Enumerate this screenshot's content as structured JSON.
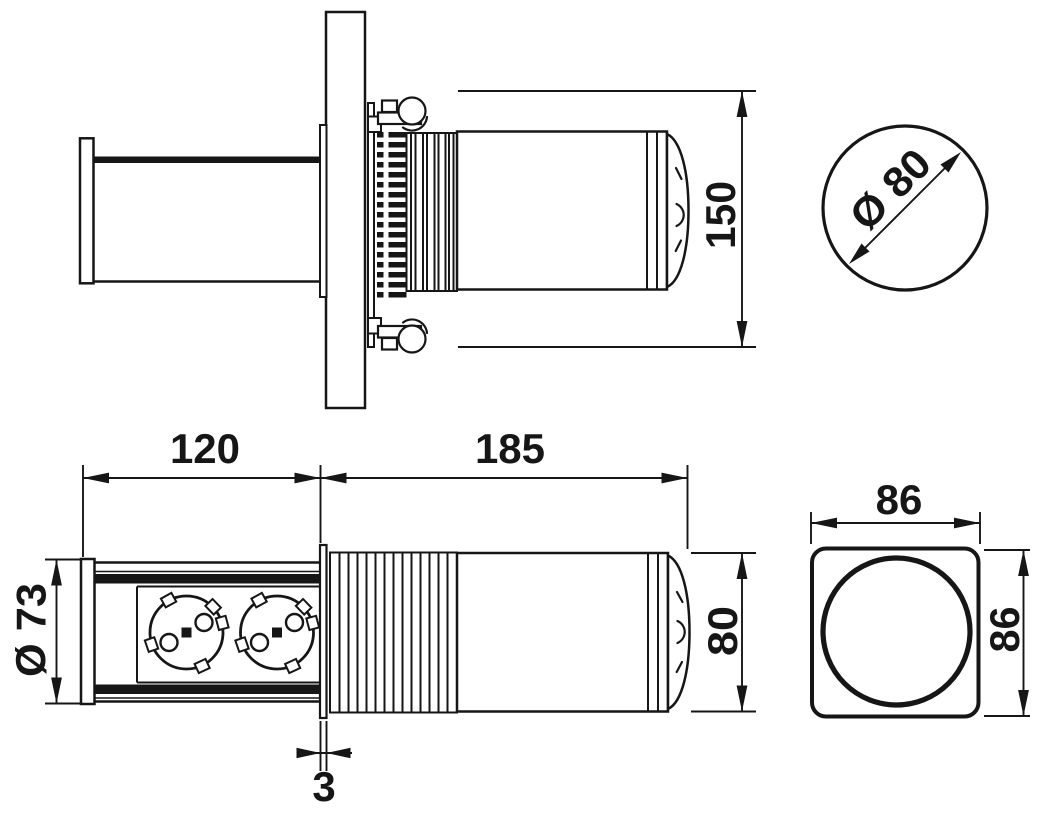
{
  "drawing": {
    "colors": {
      "line": "#161616",
      "background": "#ffffff"
    },
    "views": {
      "side_retracted": {
        "dim_length": "150"
      },
      "circle_detail": {
        "dim_diameter": "Ø 80"
      },
      "side_extended": {
        "dim_upper_length": "120",
        "dim_housing_length": "185",
        "dim_tower_diameter": "Ø 73",
        "dim_housing_diameter": "80",
        "dim_flange_thickness": "3"
      },
      "front_face": {
        "dim_width": "86",
        "dim_height": "86"
      }
    }
  }
}
